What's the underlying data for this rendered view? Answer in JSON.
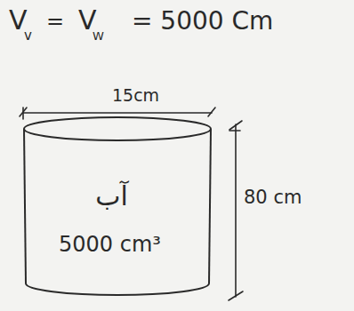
{
  "diagram": {
    "nodes": [
      {
        "text": [
          "آب",
          "5000 cm³"
        ]
      }
    ],
    "labels": [
      "V",
      "v",
      "=",
      "V",
      "W",
      "= 5000 Cm",
      "15cm",
      "80 cm"
    ]
  }
}
